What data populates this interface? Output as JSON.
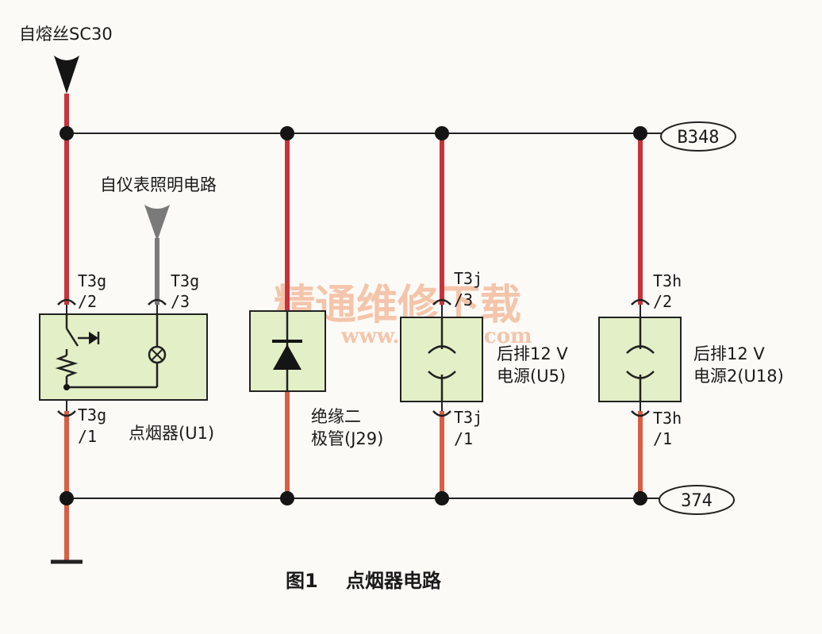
{
  "diagram": {
    "labels": {
      "fuse_source": "自熔丝SC30",
      "instrument_source": "自仪表照明电路",
      "b348": "B348",
      "n374": "374",
      "lighter": "点烟器(U1)",
      "diode_line1": "绝缘二",
      "diode_line2": "极管(J29)",
      "rear12v_line1": "后排12 V",
      "rear12v_line2": "电源(U5)",
      "rear12v2_line1": "后排12 V",
      "rear12v2_line2": "电源2(U18)",
      "caption_fig": "图1",
      "caption_text": "点烟器电路"
    },
    "pins": {
      "t3g_2_a": "T3g",
      "t3g_2_b": "/2",
      "t3g_3_a": "T3g",
      "t3g_3_b": "/3",
      "t3g_1_a": "T3g",
      "t3g_1_b": "/1",
      "t3j_3_a": "T3j",
      "t3j_3_b": "/3",
      "t3j_1_a": "T3j",
      "t3j_1_b": "/1",
      "t3h_2_a": "T3h",
      "t3h_2_b": "/2",
      "t3h_1_a": "T3h",
      "t3h_1_b": "/1"
    },
    "watermark": {
      "text": "精通维修下载",
      "url": "www.gzweix.com"
    },
    "colors": {
      "wire_red": "#c8323a",
      "wire_orange": "#d85f45",
      "wire_grey": "#7a7a7a",
      "bus": "#222222",
      "box_fill": "#e3efc6",
      "box_stroke": "#222222"
    }
  }
}
